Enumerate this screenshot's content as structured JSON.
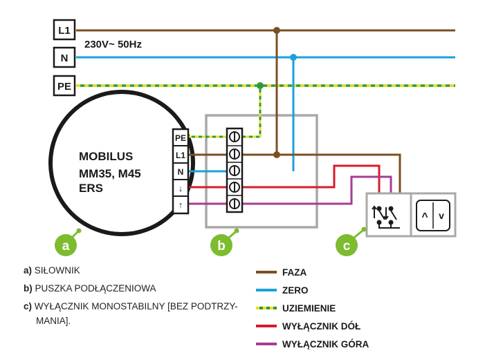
{
  "terminals": {
    "l1": "L1",
    "n": "N",
    "pe": "PE"
  },
  "supply_label": "230V~ 50Hz",
  "motor": {
    "line1": "MOBILUS",
    "line2": "MM35, M45",
    "line3": "ERS",
    "pins": [
      "PE",
      "L1",
      "N",
      "↓",
      "↑"
    ]
  },
  "markers": {
    "a": "a",
    "b": "b",
    "c": "c"
  },
  "descriptions": [
    {
      "key": "a)",
      "text": "SIŁOWNIK"
    },
    {
      "key": "b)",
      "text": "PUSZKA PODŁĄCZENIOWA"
    },
    {
      "key": "c)",
      "text": "WYŁĄCZNIK MONOSTABILNY [BEZ PODTRZY-",
      "cont": "MANIA]."
    }
  ],
  "legend": [
    {
      "label": "FAZA",
      "color": "#7a4f22"
    },
    {
      "label": "ZERO",
      "color": "#1aa1db"
    },
    {
      "label": "UZIEMIENIE",
      "color": "#e8e020",
      "color2": "#2f9a3a"
    },
    {
      "label": "WYŁĄCZNIK DÓŁ",
      "color": "#d71b2a"
    },
    {
      "label": "WYŁĄCZNIK GÓRA",
      "color": "#a63c93"
    }
  ],
  "switch_arrows": {
    "up": "^",
    "down": "v"
  },
  "colors": {
    "faza": "#7a4f22",
    "zero": "#1aa1db",
    "pe_yellow": "#e8e020",
    "pe_green": "#2f9a3a",
    "down": "#d71b2a",
    "up": "#a63c93",
    "box": "#a8a8a8",
    "marker": "#7dbb2f"
  }
}
